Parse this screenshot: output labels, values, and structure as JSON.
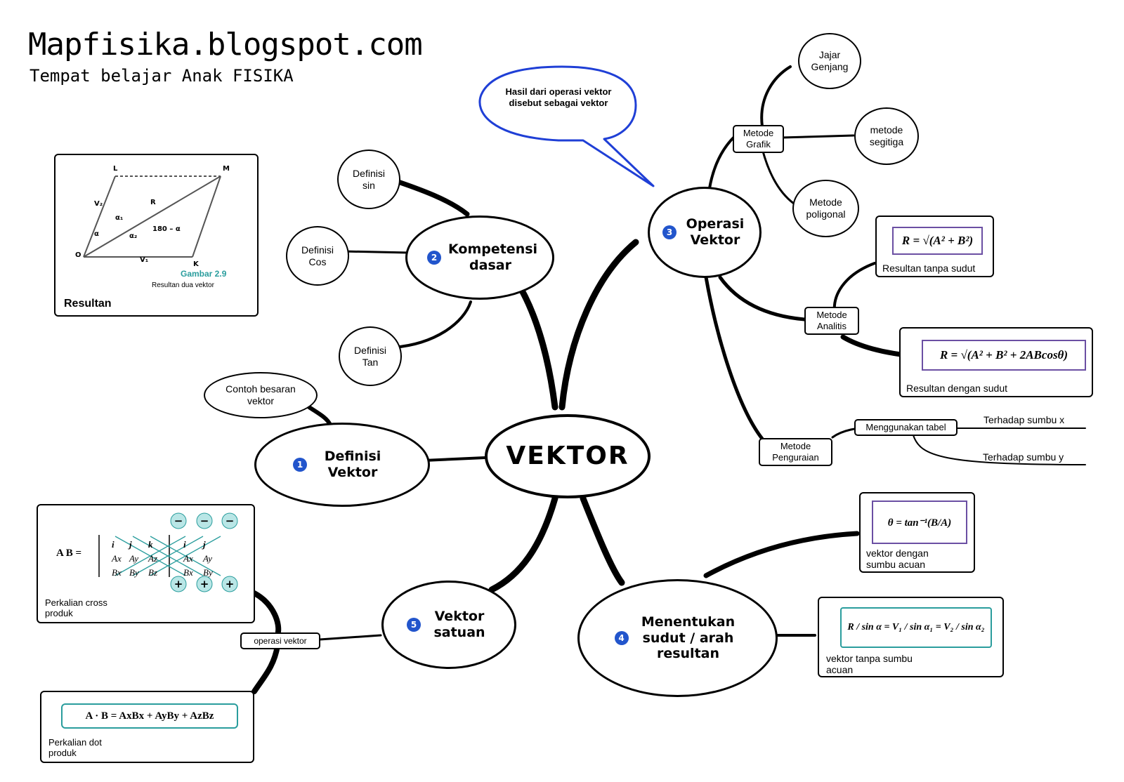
{
  "header": {
    "title": "Mapfisika.blogspot.com",
    "subtitle": "Tempat belajar Anak FISIKA"
  },
  "center": {
    "label": "VEKTOR"
  },
  "branches": {
    "definisi": {
      "number": "1",
      "label": "Definisi Vektor",
      "child": "Contoh besaran vektor"
    },
    "kompetensi": {
      "number": "2",
      "label": "Kompetensi dasar",
      "children": [
        "Definisi sin",
        "Definisi Cos",
        "Definisi Tan"
      ]
    },
    "operasi": {
      "number": "3",
      "label": "Operasi Vektor",
      "callout": "Hasil dari operasi vektor disebut sebagai vektor"
    },
    "sudut": {
      "number": "4",
      "label": "Menentukan sudut / arah resultan"
    },
    "satuan": {
      "number": "5",
      "label": "Vektor satuan"
    }
  },
  "metode_grafik": {
    "label": "Metode Grafik",
    "children": [
      "Jajar Genjang",
      "metode segitiga",
      "Metode poligonal"
    ]
  },
  "metode_analitis": {
    "label": "Metode Analitis",
    "formula_1": "R = √(A² + B²)",
    "caption_1": "Resultan tanpa sudut",
    "formula_2": "R = √(A² + B² + 2ABcosθ)",
    "caption_2": "Resultan dengan sudut"
  },
  "metode_penguraian": {
    "label": "Metode Penguraian",
    "table_label": "Menggunakan tabel",
    "x_label": "Terhadap sumbu x",
    "y_label": "Terhadap sumbu y"
  },
  "sudut_panels": {
    "formula_1": "θ = tan⁻¹(B/A)",
    "caption_1": "vektor dengan sumbu acuan",
    "formula_2": "R / sin α = V₁ / sin α₁ = V₂ / sin α₂",
    "caption_2": "vektor tanpa sumbu acuan"
  },
  "satuan_panels": {
    "operasi_label": "operasi vektor",
    "cross_caption": "Perkalian cross produk",
    "dot_formula": "A · B = AxBx + AyBy + AzBz",
    "dot_caption": "Perkalian dot produk",
    "cross_lhs": "A  B =",
    "cross_rows": [
      [
        "i",
        "j",
        "k",
        "i",
        "j"
      ],
      [
        "Ax",
        "Ay",
        "Az",
        "Ax",
        "Ay"
      ],
      [
        "Bx",
        "By",
        "Bz",
        "Bx",
        "By"
      ]
    ],
    "minus": "−",
    "plus": "+"
  },
  "resultan_panel": {
    "caption": "Resultan",
    "figure_title": "Gambar 2.9",
    "figure_sub": "Resultan dua vektor",
    "points": [
      "L",
      "M",
      "O",
      "K"
    ],
    "labels": [
      "V₂",
      "V₁",
      "R",
      "α₁",
      "α₂",
      "α",
      "180 – α"
    ]
  },
  "colors": {
    "accent": "#2255cc",
    "callout": "#1f3fd6",
    "teal": "#2a9d9d",
    "teal_fill": "#b9e6e6",
    "formula_border": "#6b4fa3"
  }
}
